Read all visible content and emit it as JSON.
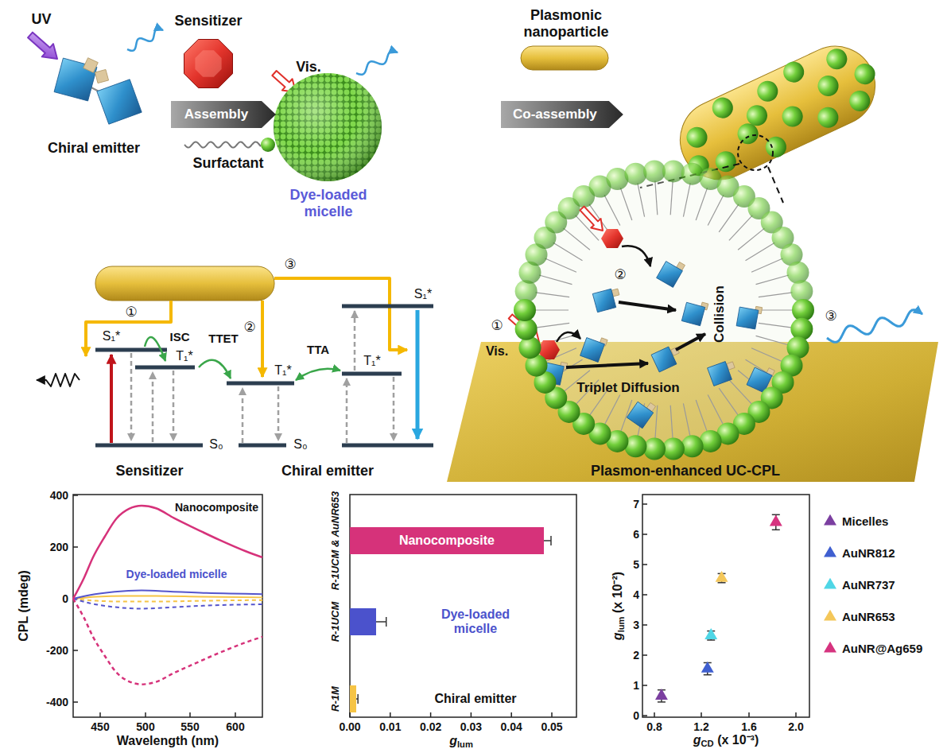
{
  "diagram": {
    "nodes": [
      {
        "text": [
          "Assembly"
        ]
      },
      {
        "text": [
          "Co-assembly"
        ]
      },
      {
        "text": [
          "Nanocomposite"
        ]
      },
      {
        "text": [
          "Dye-loaded micelle"
        ]
      },
      {
        "text": [
          "Chiral emitter"
        ]
      }
    ],
    "labels": [
      "UV",
      "Chiral emitter",
      "Sensitizer",
      "Surfactant",
      "Vis.",
      "Dye-loaded micelle",
      "Plasmonic nanoparticle",
      "③",
      "①",
      "②",
      "S₁*",
      "ISC",
      "T₁*",
      "TTET",
      "T₁*",
      "TTA",
      "T₁*",
      "S₁*",
      "S₀",
      "S₀",
      "Sensitizer",
      "Chiral emitter",
      "Vis.",
      "①",
      "②",
      "Triplet Diffusion",
      "Collision",
      "③",
      "Plasmon-enhanced UC-CPL",
      "400",
      "200",
      "0",
      "-200",
      "-400",
      "450",
      "500",
      "550",
      "600",
      "CPL (mdeg)",
      "Wavelength (nm)",
      "Nanocomposite",
      "Dye-loaded micelle",
      "R-1UCM & AuNR653",
      "R-1UCM",
      "R-1M",
      "0.00",
      "0.01",
      "0.02",
      "0.03",
      "0.04",
      "0.05",
      "glum",
      "0",
      "1",
      "2",
      "3",
      "4",
      "5",
      "6",
      "7",
      "0.8",
      "1.2",
      "1.6",
      "2.0",
      "glum (x 10⁻²)",
      "gCD (x 10⁻³)"
    ],
    "legend": [
      {
        "text": "Micelles"
      },
      {
        "text": "AuNR812"
      },
      {
        "text": "AuNR737"
      },
      {
        "text": "AuNR653"
      },
      {
        "text": "AuNR@Ag659"
      }
    ]
  }
}
